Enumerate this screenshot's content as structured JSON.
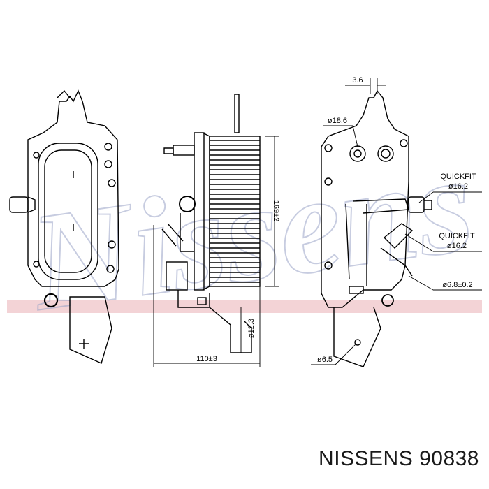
{
  "watermark": {
    "text": "Nissens",
    "color": "#9aa4c8"
  },
  "stripe_color": "#f0c8cc",
  "dimensions": {
    "top_width": "3.6",
    "port_diameter": "ø18.6",
    "height": "169±2",
    "port_height": "ø12.3",
    "width": "110±3",
    "hole": "ø6.5",
    "clip": "ø6.8±0.2",
    "quickfit_label_1": "QUICKFIT",
    "quickfit_size_1": "ø16.2",
    "quickfit_label_2": "QUICKFIT",
    "quickfit_size_2": "ø16.2"
  },
  "caption": "NISSENS 90838"
}
